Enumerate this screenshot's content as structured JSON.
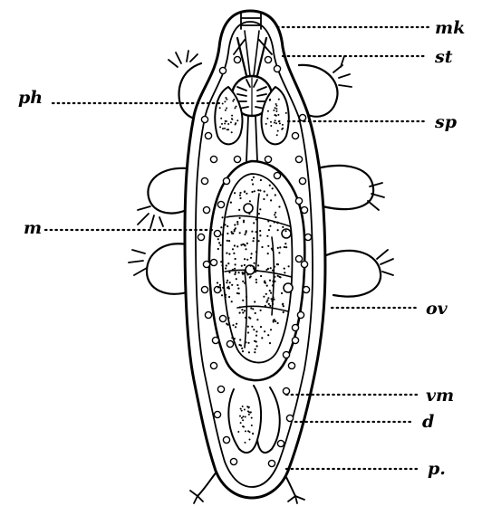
{
  "labels": {
    "mk": "mk",
    "st": "st",
    "ph": "ph",
    "sp": "sp",
    "m": "m",
    "ov": "ov",
    "vm": "vm",
    "d": "d",
    "p": "p."
  }
}
